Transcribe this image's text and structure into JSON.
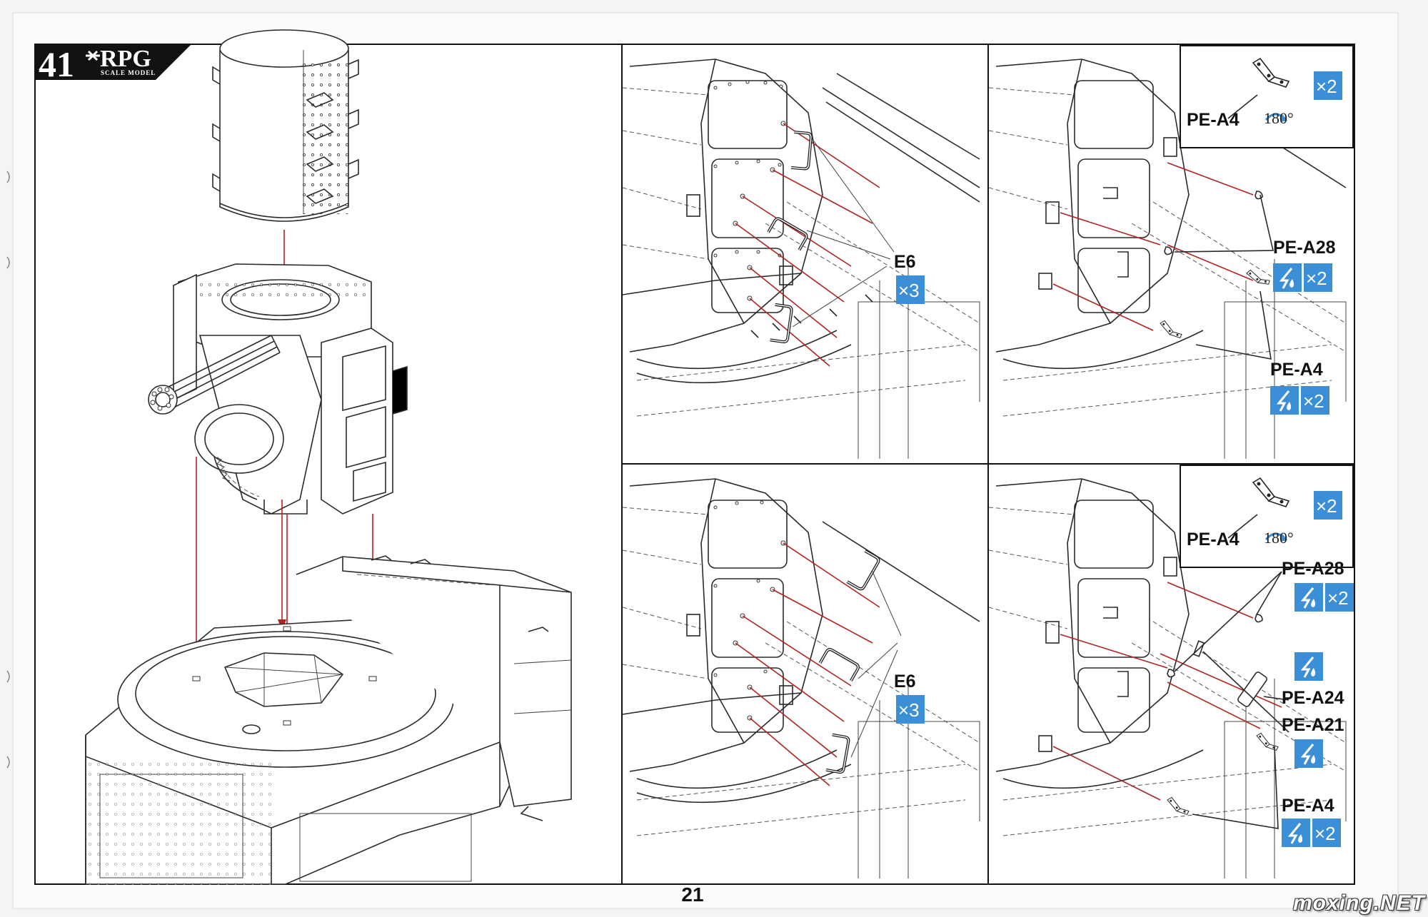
{
  "step": {
    "number": "41",
    "brand": "RPG",
    "brand_sub": "SCALE MODEL"
  },
  "panels": {
    "top_middle": {
      "part": "E6",
      "qty": "×3"
    },
    "top_right": {
      "inset": {
        "part": "PE-A4",
        "qty": "×2",
        "angle": "180°"
      },
      "parts": [
        {
          "name": "PE-A28",
          "qty": "×2"
        },
        {
          "name": "PE-A4",
          "qty": "×2"
        }
      ]
    },
    "bottom_middle": {
      "part": "E6",
      "qty": "×3"
    },
    "bottom_right": {
      "inset": {
        "part": "PE-A4",
        "qty": "×2",
        "angle": "180°"
      },
      "parts": [
        {
          "name": "PE-A28",
          "qty": "×2"
        },
        {
          "name": "PE-A24"
        },
        {
          "name": "PE-A21"
        },
        {
          "name": "PE-A4",
          "qty": "×2"
        }
      ]
    }
  },
  "icons": {
    "quantity_badge": "qty-badge-icon",
    "glue": "glue-drop-icon",
    "rotate": "rotate-arrow-icon"
  },
  "colors": {
    "badge": "#3a8fd6",
    "arrow": "#b22222",
    "line": "#2a2a2a"
  },
  "page": {
    "number": "21"
  },
  "watermark": "moxing.NET"
}
